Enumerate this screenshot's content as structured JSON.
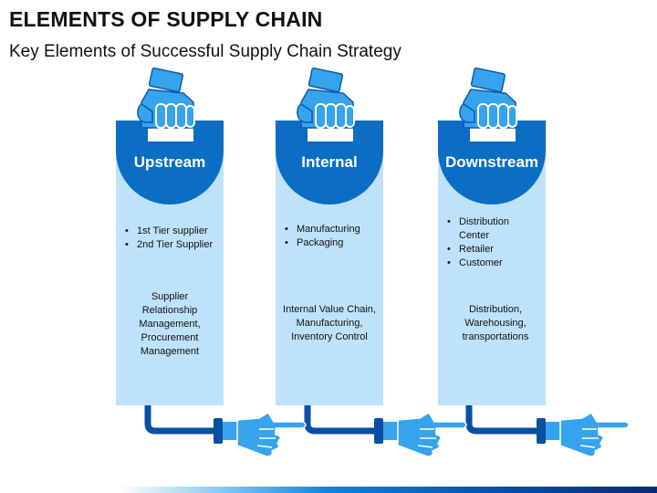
{
  "title": "ELEMENTS OF SUPPLY CHAIN",
  "subtitle": "Key Elements of Successful Supply Chain Strategy",
  "colors": {
    "panel_fill": "#bfe2fb",
    "header_fill": "#0c6dc4",
    "hand_fill": "#36a3ee",
    "hand_outline": "#0b5ba8",
    "pipe": "#0a4fa3"
  },
  "icons": [
    "hand-holding-card-icon",
    "pointing-hand-icon"
  ],
  "columns": [
    {
      "heading": "Upstream",
      "bullets": [
        "1st Tier supplier",
        "2nd Tier Supplier"
      ],
      "description": "Supplier Relationship Management, Procurement Management"
    },
    {
      "heading": "Internal",
      "bullets": [
        "Manufacturing",
        "Packaging"
      ],
      "description": "Internal Value Chain, Manufacturing, Inventory Control"
    },
    {
      "heading": "Downstream",
      "bullets": [
        "Distribution Center",
        "Retailer",
        "Customer"
      ],
      "description": "Distribution, Warehousing, transportations"
    }
  ]
}
